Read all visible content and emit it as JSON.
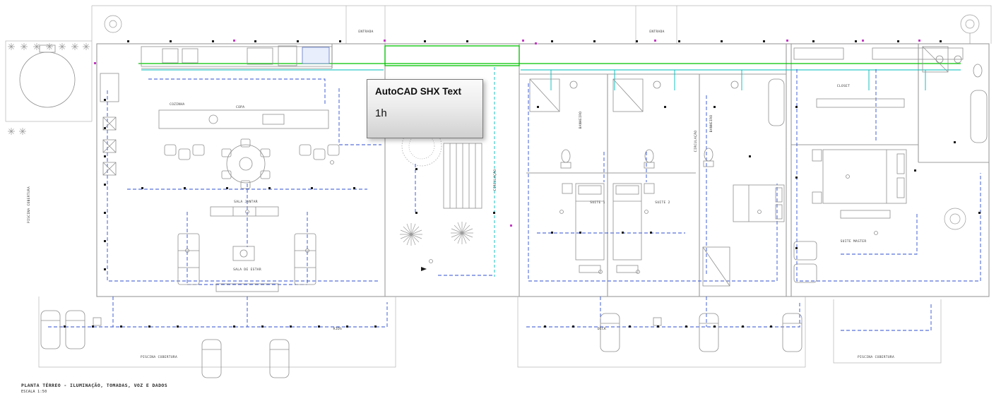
{
  "popup": {
    "title": "AutoCAD SHX Text",
    "content": "1h"
  },
  "title_block": {
    "title": "PLANTA TÉRREO - ILUMINAÇÃO, TOMADAS, VOZ E DADOS",
    "scale": "ESCALA 1:50"
  },
  "labels": {
    "entrada_1": "ENTRADA",
    "entrada_2": "ENTRADA",
    "circulacao_1": "CIRCULAÇÃO",
    "circulacao_2": "CIRCULAÇÃO",
    "cozinha": "COZINHA",
    "copa": "COPA",
    "sala_jantar": "SALA JANTAR",
    "sala_estar": "SALA DE ESTAR",
    "kids": "KIDS",
    "deck": "DECK",
    "suite_1": "SUITE 1",
    "suite_2": "SUITE 2",
    "suite_master": "SUITE MASTER",
    "closet": "CLOSET",
    "banheiro_1": "BANHEIRO",
    "banheiro_2": "BANHEIRO",
    "piscina_left": "PISCINA COBERTURA",
    "piscina_bottom_left": "PISCINA COBERTURA",
    "piscina_bottom_right": "PISCINA COBERTURA"
  },
  "colors": {
    "wall": "#9c9c9c",
    "wiring": "#2f4fd0",
    "circuit_green": "#00c300",
    "circuit_cyan": "#00bcbc",
    "accent_magenta": "#c23ac2"
  }
}
